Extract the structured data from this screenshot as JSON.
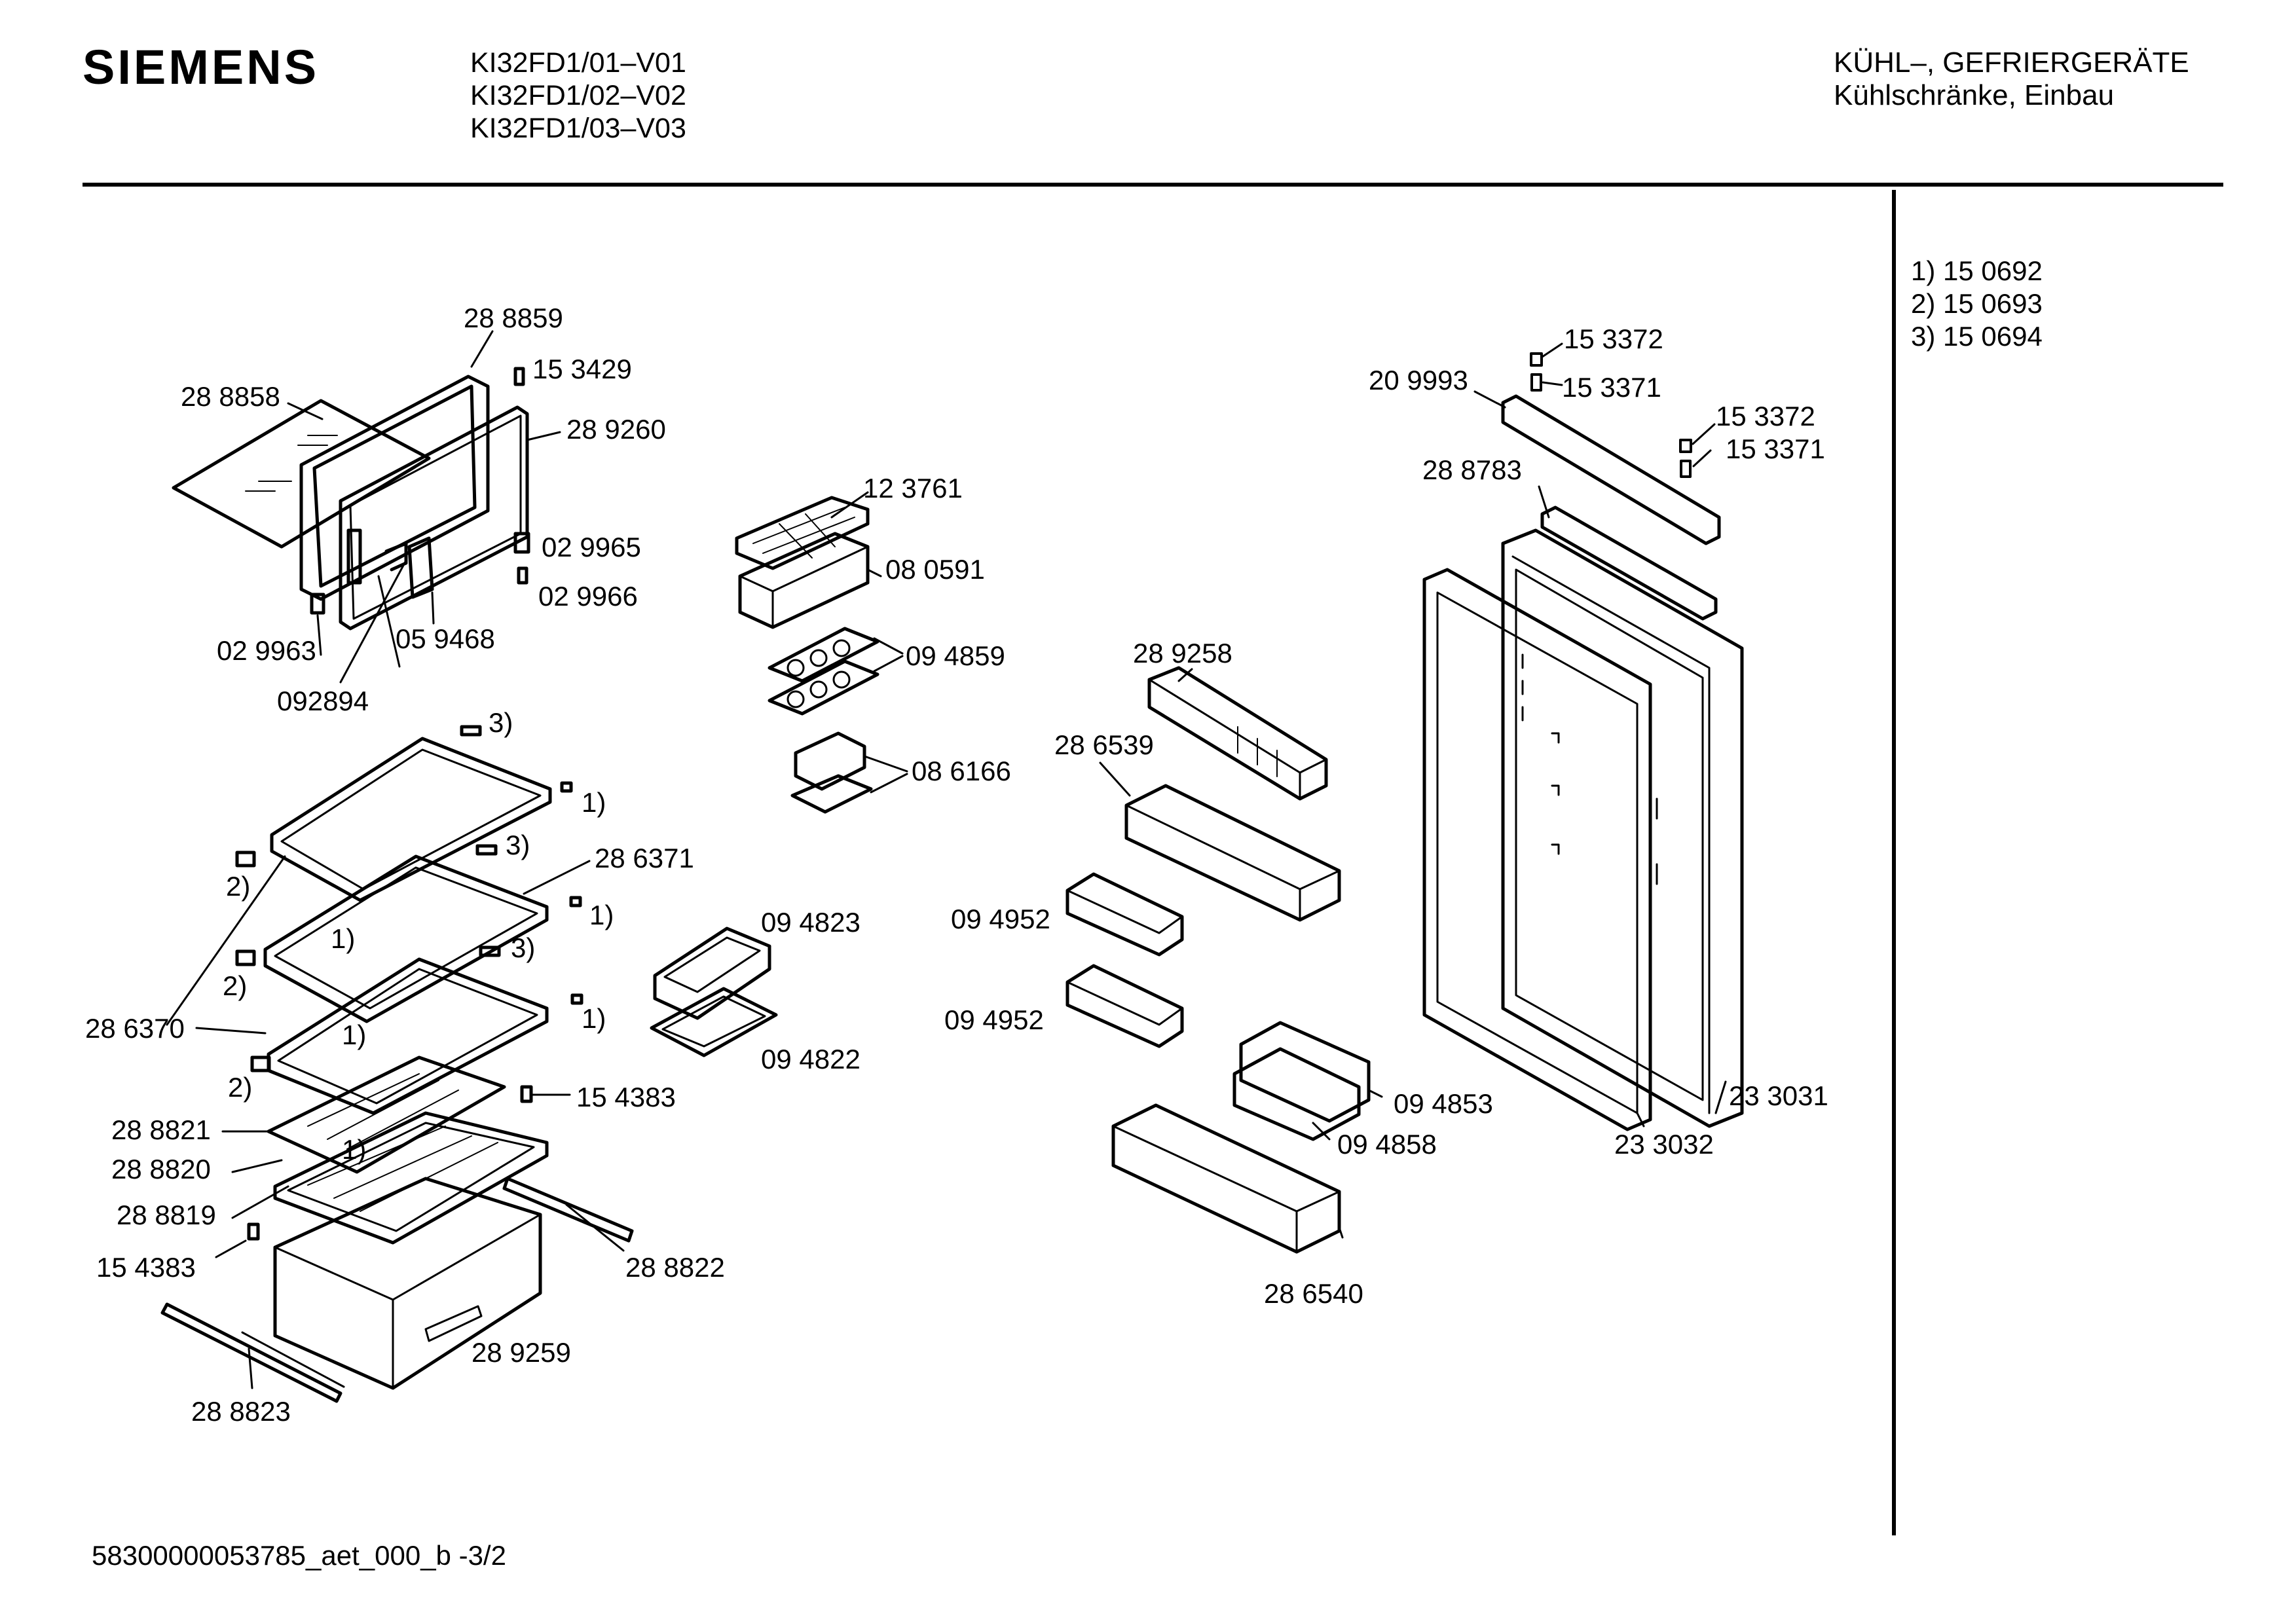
{
  "header": {
    "brand": "SIEMENS",
    "models": [
      "KI32FD1/01–V01",
      "KI32FD1/02–V02",
      "KI32FD1/03–V03"
    ],
    "category": "KÜHL–, GEFRIERGERÄTE",
    "subcategory": "Kühlschränke, Einbau"
  },
  "legend": [
    "1)  15 0692",
    "2)  15 0693",
    "3)  15 0694"
  ],
  "footer": {
    "doc_id": "58300000053785_aet_000_b  -3/2"
  },
  "part_labels": [
    {
      "id": "lbl-288859",
      "text": "28 8859"
    },
    {
      "id": "lbl-153429",
      "text": "15 3429"
    },
    {
      "id": "lbl-288858",
      "text": "28 8858"
    },
    {
      "id": "lbl-289260",
      "text": "28 9260"
    },
    {
      "id": "lbl-029965",
      "text": "02 9965"
    },
    {
      "id": "lbl-029966",
      "text": "02 9966"
    },
    {
      "id": "lbl-029963",
      "text": "02 9963"
    },
    {
      "id": "lbl-059468",
      "text": "05 9468"
    },
    {
      "id": "lbl-092894",
      "text": "092894"
    },
    {
      "id": "lbl-ref3a",
      "text": "3)"
    },
    {
      "id": "lbl-ref1a",
      "text": "1)"
    },
    {
      "id": "lbl-ref2a",
      "text": "2)"
    },
    {
      "id": "lbl-ref3b",
      "text": "3)"
    },
    {
      "id": "lbl-286371",
      "text": "28 6371"
    },
    {
      "id": "lbl-ref1b",
      "text": "1)"
    },
    {
      "id": "lbl-ref1c",
      "text": "1)"
    },
    {
      "id": "lbl-ref2b",
      "text": "2)"
    },
    {
      "id": "lbl-ref3c",
      "text": "3)"
    },
    {
      "id": "lbl-286370",
      "text": "28 6370"
    },
    {
      "id": "lbl-ref1d",
      "text": "1)"
    },
    {
      "id": "lbl-ref1e",
      "text": "1)"
    },
    {
      "id": "lbl-ref2c",
      "text": "2)"
    },
    {
      "id": "lbl-154383a",
      "text": "15 4383"
    },
    {
      "id": "lbl-288821",
      "text": "28 8821"
    },
    {
      "id": "lbl-ref1f",
      "text": "1)"
    },
    {
      "id": "lbl-288820",
      "text": "28 8820"
    },
    {
      "id": "lbl-288819",
      "text": "28 8819"
    },
    {
      "id": "lbl-154383b",
      "text": "15 4383"
    },
    {
      "id": "lbl-288822",
      "text": "28 8822"
    },
    {
      "id": "lbl-289259",
      "text": "28 9259"
    },
    {
      "id": "lbl-288823",
      "text": "28 8823"
    },
    {
      "id": "lbl-123761",
      "text": "12 3761"
    },
    {
      "id": "lbl-080591",
      "text": "08 0591"
    },
    {
      "id": "lbl-094859",
      "text": "09 4859"
    },
    {
      "id": "lbl-086166",
      "text": "08 6166"
    },
    {
      "id": "lbl-094823",
      "text": "09 4823"
    },
    {
      "id": "lbl-094822",
      "text": "09 4822"
    },
    {
      "id": "lbl-289258",
      "text": "28 9258"
    },
    {
      "id": "lbl-286539",
      "text": "28 6539"
    },
    {
      "id": "lbl-094952a",
      "text": "09 4952"
    },
    {
      "id": "lbl-094952b",
      "text": "09 4952"
    },
    {
      "id": "lbl-094853",
      "text": "09 4853"
    },
    {
      "id": "lbl-094858",
      "text": "09 4858"
    },
    {
      "id": "lbl-286540",
      "text": "28 6540"
    },
    {
      "id": "lbl-209993",
      "text": "20 9993"
    },
    {
      "id": "lbl-153372a",
      "text": "15 3372"
    },
    {
      "id": "lbl-153371a",
      "text": "15 3371"
    },
    {
      "id": "lbl-153372b",
      "text": "15 3372"
    },
    {
      "id": "lbl-153371b",
      "text": "15 3371"
    },
    {
      "id": "lbl-288783",
      "text": "28 8783"
    },
    {
      "id": "lbl-233031",
      "text": "23 3031"
    },
    {
      "id": "lbl-233032",
      "text": "23 3032"
    }
  ]
}
